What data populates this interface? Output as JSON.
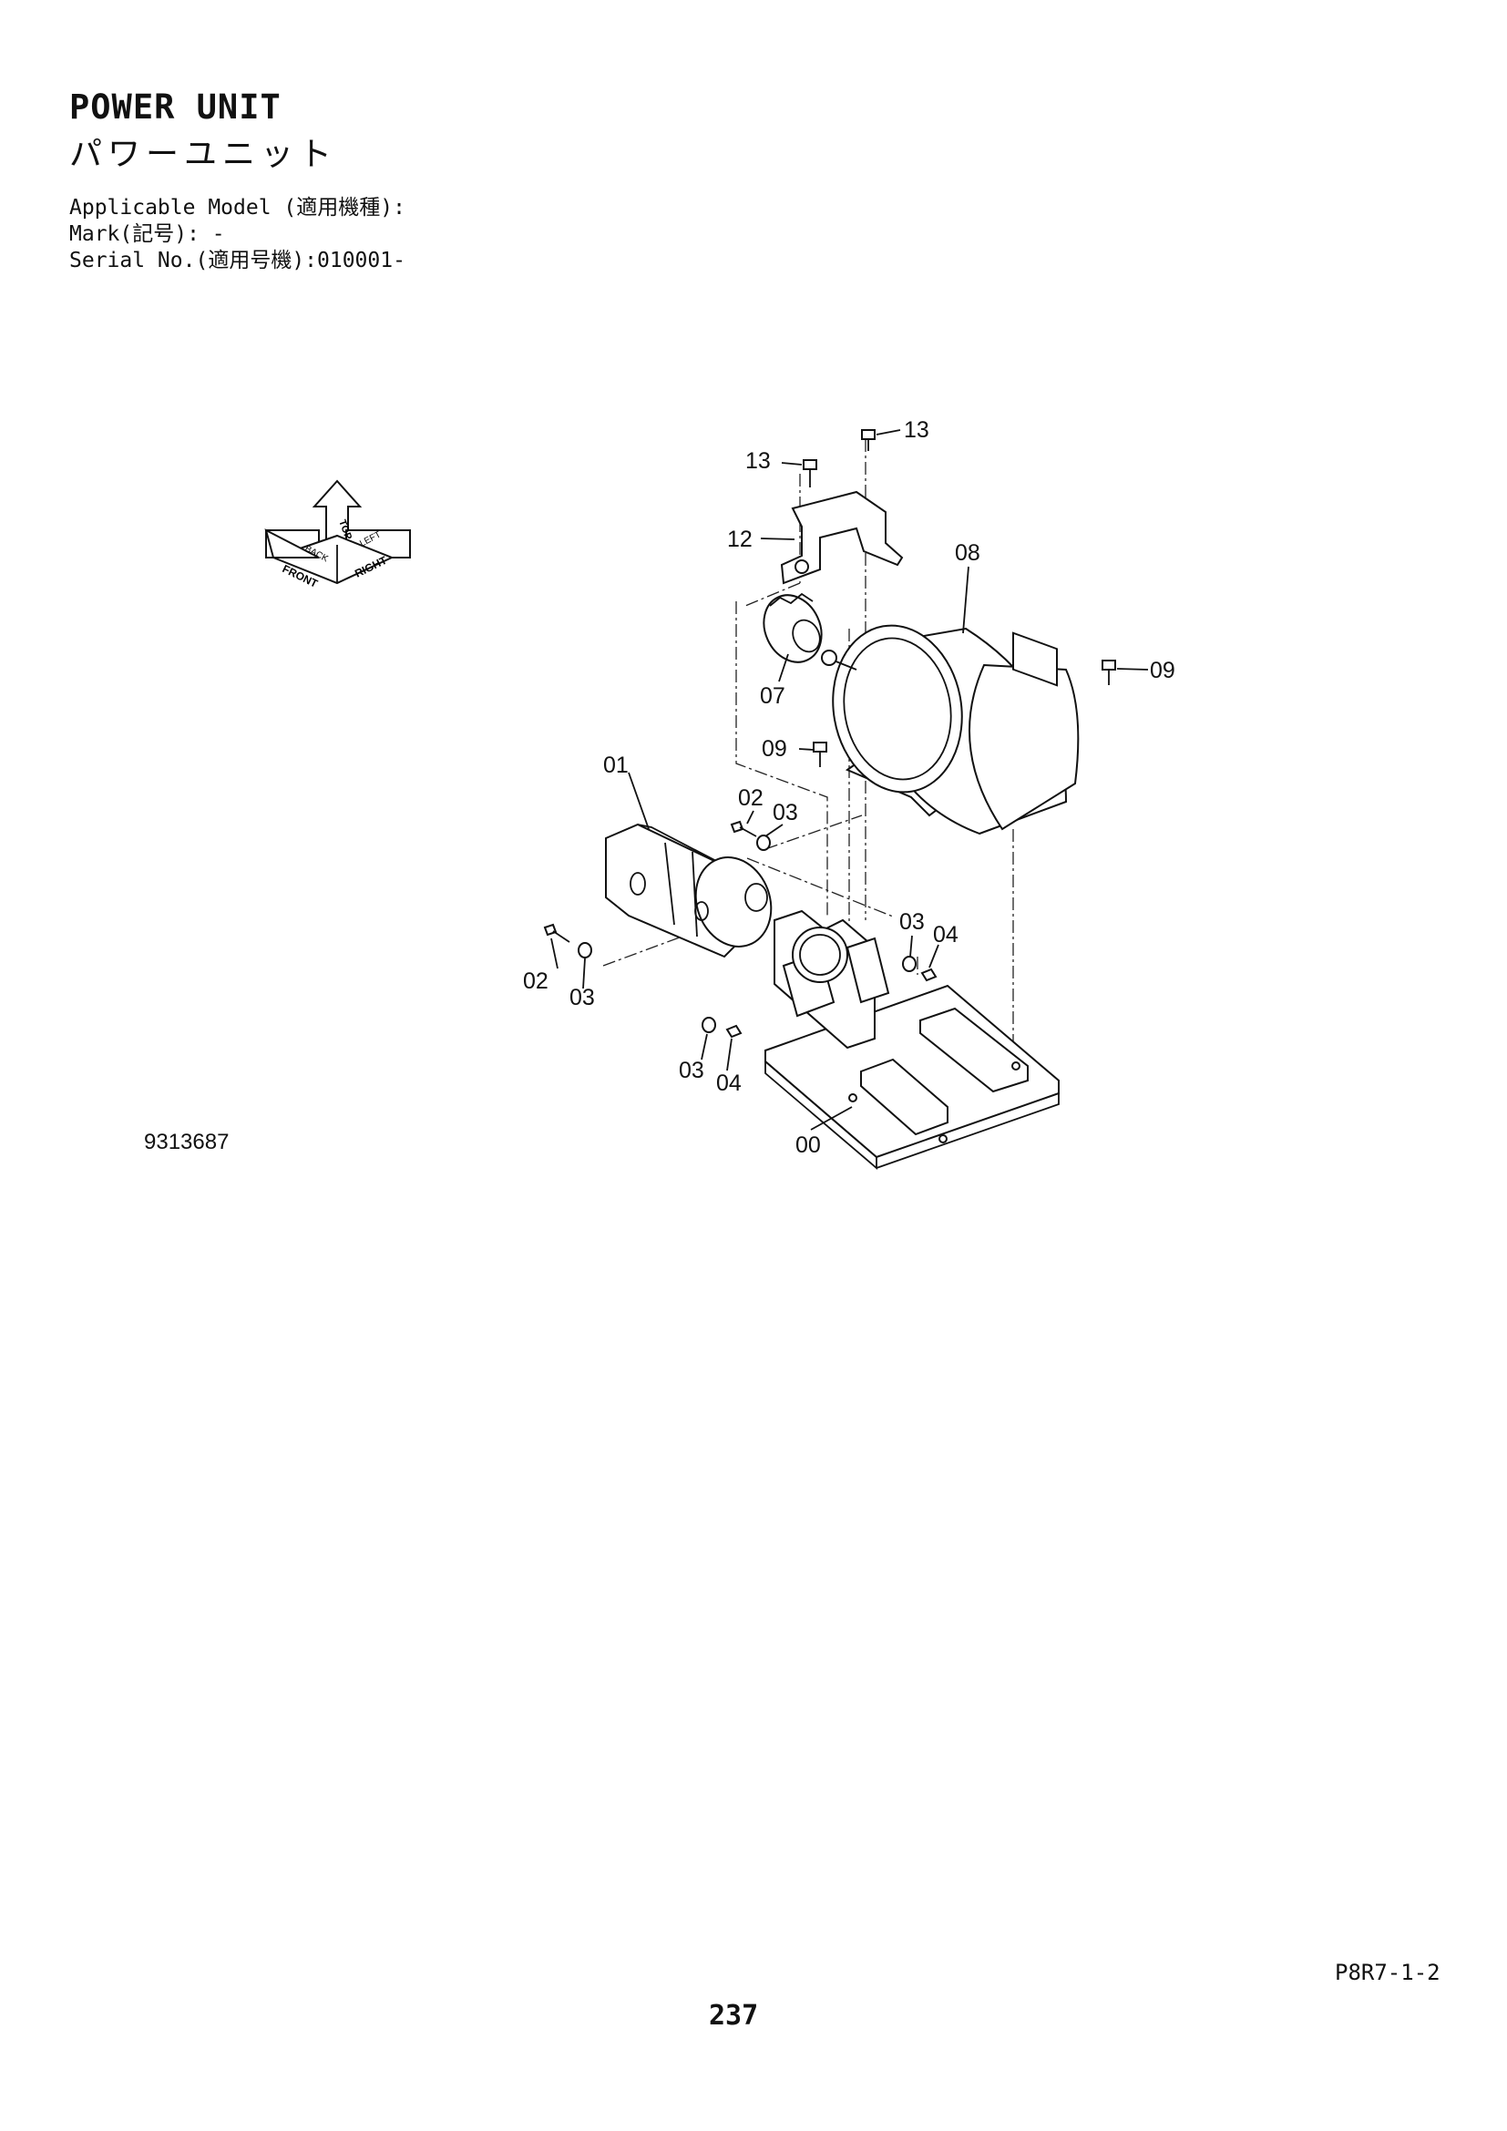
{
  "header": {
    "title_en": "POWER UNIT",
    "title_jp": "パワーユニット",
    "applicable_model": "Applicable Model (適用機種):",
    "mark": "Mark(記号): -",
    "serial_no": "Serial No.(適用号機):010001-"
  },
  "compass": {
    "top": "TOP",
    "front": "FRONT",
    "right": "RIGHT",
    "back": "BACK",
    "left": "LEFT"
  },
  "callouts": {
    "c13a": "13",
    "c13b": "13",
    "c12": "12",
    "c08": "08",
    "c07": "07",
    "c09a": "09",
    "c09b": "09",
    "c01": "01",
    "c02a": "02",
    "c03a": "03",
    "c02b": "02",
    "c03b": "03",
    "c03c": "03",
    "c04a": "04",
    "c03d": "03",
    "c04b": "04",
    "c00": "00"
  },
  "footer": {
    "drawing_no": "9313687",
    "figure_code": "P8R7-1-2",
    "page_number": "237"
  }
}
